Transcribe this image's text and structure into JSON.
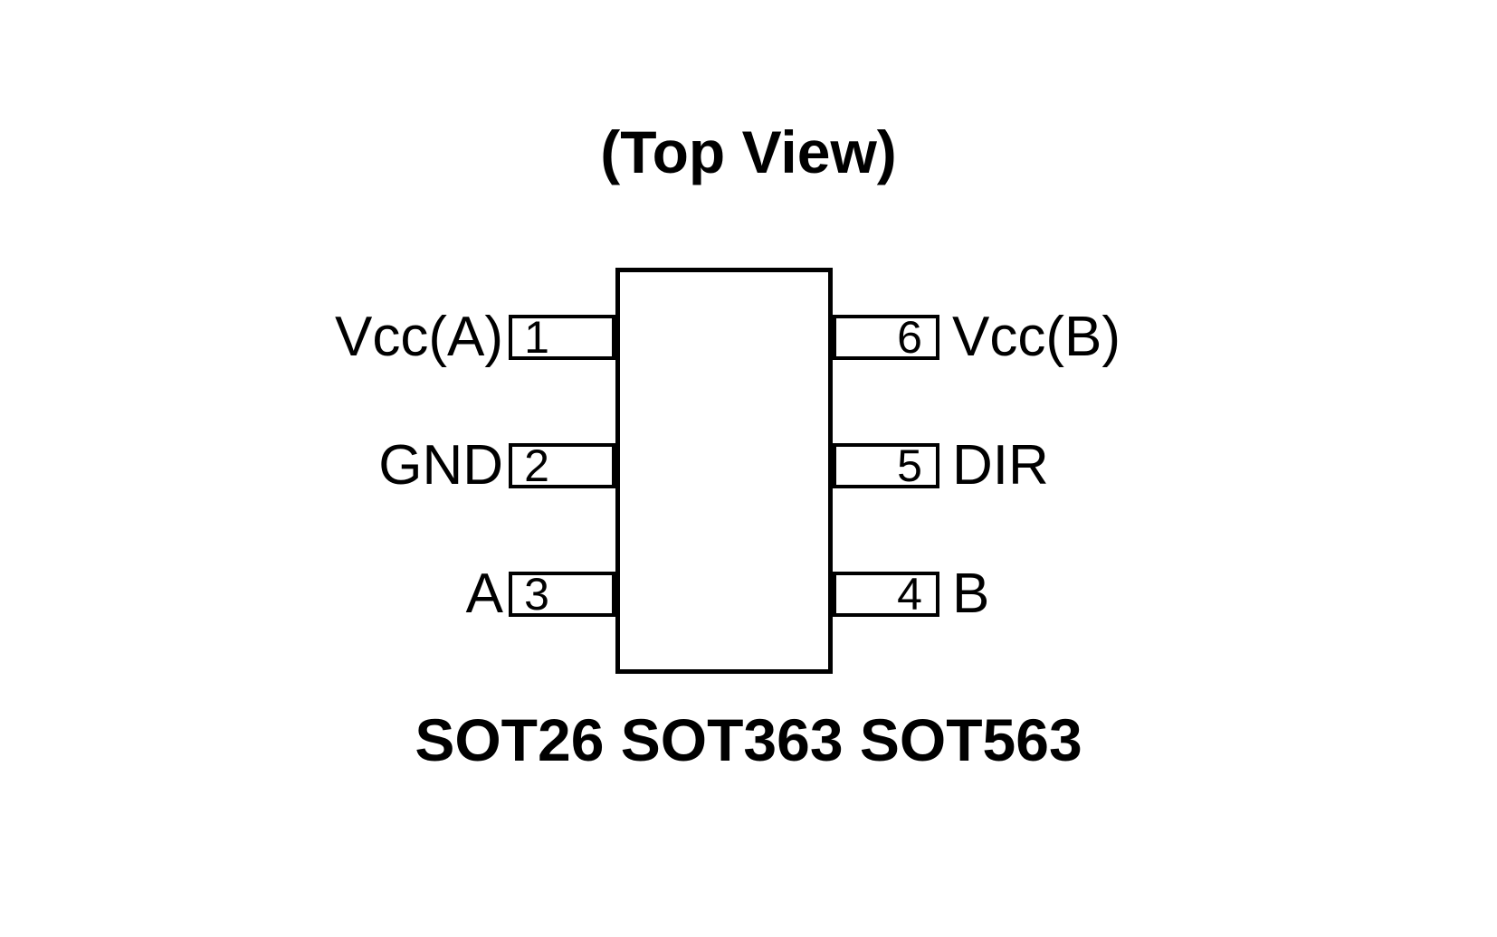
{
  "diagram": {
    "title": "(Top View)",
    "caption": "SOT26 SOT363 SOT563",
    "colors": {
      "stroke": "#000000",
      "background": "#ffffff"
    },
    "package_body": {
      "shape": "rectangle",
      "fill": "#ffffff"
    },
    "pins_left": [
      {
        "number": "1",
        "name": "Vcc(A)"
      },
      {
        "number": "2",
        "name": "GND"
      },
      {
        "number": "3",
        "name": "A"
      }
    ],
    "pins_right": [
      {
        "number": "6",
        "name": "Vcc(B)"
      },
      {
        "number": "5",
        "name": "DIR"
      },
      {
        "number": "4",
        "name": "B"
      }
    ]
  }
}
